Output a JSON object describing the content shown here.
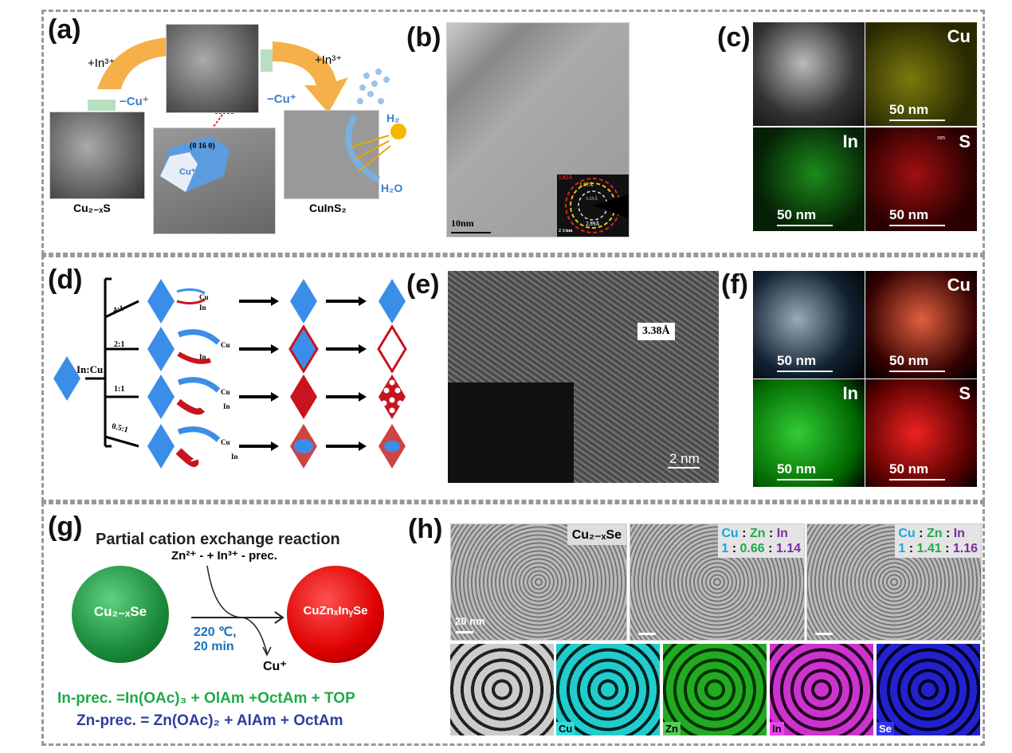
{
  "panels": {
    "a": "(a)",
    "b": "(b)",
    "c": "(c)",
    "d": "(d)",
    "e": "(e)",
    "f": "(f)",
    "g": "(g)",
    "h": "(h)"
  },
  "a": {
    "in1": "+In³⁺",
    "cu1": "−Cu⁺",
    "in2": "+In³⁺",
    "cu2": "−Cu⁺",
    "plane": "(0 16 0)",
    "cuion": "Cu⁺",
    "start": "Cu₂₋ₓS",
    "end": "CuInS₂",
    "h2": "H₂",
    "h2o": "H₂O"
  },
  "b": {
    "scale": "10nm",
    "d1": "1.82Å",
    "d2": "1.97Å",
    "d3": "3.35Å",
    "d4": "2.99Å",
    "inset_scale": "2 1/nm"
  },
  "c": {
    "cu": "Cu",
    "in": "In",
    "s": "S",
    "scale": "50 nm",
    "nm": "nm"
  },
  "d": {
    "ratio_label": "In:Cu",
    "ratios": [
      "4:1",
      "2:1",
      "1:1",
      "0.5:1"
    ],
    "cu": "Cu",
    "in": "In"
  },
  "e": {
    "spacing": "3.38Å",
    "scale": "2 nm"
  },
  "f": {
    "cu": "Cu",
    "in": "In",
    "s": "S",
    "scale": "50 nm"
  },
  "g": {
    "title": "Partial cation exchange reaction",
    "reactant": "Cu₂₋ₓSe",
    "product": "CuZnₓInᵧSe",
    "precursors": "Zn²⁺ - + In³⁺ - prec.",
    "conditions1": "220 ℃,",
    "conditions2": "20 min",
    "byproduct": "Cu⁺",
    "in_prec": "In-prec. =In(OAc)₃ + OlAm +OctAm + TOP",
    "zn_prec": "Zn-prec. = Zn(OAc)₂ + AlAm + OctAm"
  },
  "h": {
    "sample1": "Cu₂₋ₓSe",
    "scale": "20 nm",
    "ratio_head": {
      "cu": "Cu",
      "zn": "Zn",
      "in": "In",
      "sep": ":"
    },
    "ratio2": {
      "cu": "1",
      "zn": "0.66",
      "in": "1.14"
    },
    "ratio3": {
      "cu": "1",
      "zn": "1.41",
      "in": "1.16"
    },
    "maps": [
      "Cu",
      "Zn",
      "In",
      "Se"
    ]
  },
  "colors": {
    "cu": "#1aa3e0",
    "zn": "#1faa4a",
    "in": "#7a2ca0",
    "blue": "#3b8ee8",
    "red": "#c8141e",
    "orange": "#f5b04a"
  }
}
